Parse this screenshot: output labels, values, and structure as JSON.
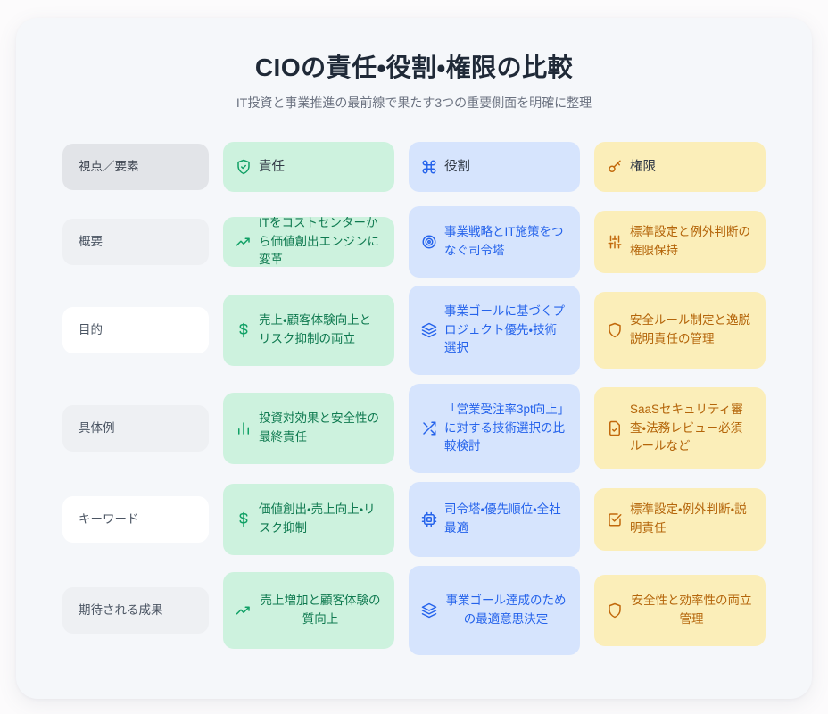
{
  "header": {
    "title": "CIOの責任・役割・権限の比較",
    "subtitle": "IT投資と事業推進の最前線で果たす3つの重要側面を明確に整理"
  },
  "colors": {
    "page_bg": "#fcfbfc",
    "card_bg": "#f5f7fa",
    "green_bg": "#cdf2de",
    "green_fg": "#0f7a50",
    "blue_bg": "#d6e4fd",
    "blue_fg": "#2563eb",
    "amber_bg": "#fbeeb9",
    "amber_fg": "#b4650a",
    "label_bg": "#eef0f3",
    "label_head_bg": "#e2e4e8",
    "title_fg": "#1f2937",
    "subtitle_fg": "#6b7280"
  },
  "columns": [
    {
      "key": "label",
      "label": "視点／要素",
      "icon": ""
    },
    {
      "key": "responsibility",
      "label": "責任",
      "icon": "shield-check-icon",
      "theme": "green"
    },
    {
      "key": "role",
      "label": "役割",
      "icon": "command-icon",
      "theme": "blue"
    },
    {
      "key": "authority",
      "label": "権限",
      "icon": "key-icon",
      "theme": "amber"
    }
  ],
  "rows": [
    {
      "label": "概要",
      "green": {
        "icon": "trending-up-icon",
        "text": "ITをコストセンターから価値創出エンジンに変革"
      },
      "blue": {
        "icon": "target-icon",
        "text": "事業戦略とIT施策をつなぐ司令塔"
      },
      "amber": {
        "icon": "sliders-icon",
        "text": "標準設定と例外判断の権限保持"
      }
    },
    {
      "label": "目的",
      "green": {
        "icon": "dollar-icon",
        "text": "売上・顧客体験向上とリスク抑制の両立"
      },
      "blue": {
        "icon": "layers-icon",
        "text": "事業ゴールに基づくプロジェクト優先・技術選択"
      },
      "amber": {
        "icon": "shield-icon",
        "text": "安全ルール制定と逸脱説明責任の管理"
      }
    },
    {
      "label": "具体例",
      "green": {
        "icon": "bar-chart-icon",
        "text": "投資対効果と安全性の最終責任"
      },
      "blue": {
        "icon": "shuffle-icon",
        "text": "「営業受注率3pt向上」に対する技術選択の比較検討"
      },
      "amber": {
        "icon": "file-check-icon",
        "text": "SaaSセキュリティ審査・法務レビュー必須ルールなど"
      }
    },
    {
      "label": "キーワード",
      "green": {
        "icon": "dollar-icon",
        "text": "価値創出・売上向上・リスク抑制"
      },
      "blue": {
        "icon": "cpu-icon",
        "text": "司令塔・優先順位・全社最適"
      },
      "amber": {
        "icon": "check-square-icon",
        "text": "標準設定・例外判断・説明責任"
      }
    },
    {
      "label": "期待される成果",
      "green": {
        "icon": "trending-up-icon",
        "text": "売上増加と顧客体験の質向上"
      },
      "blue": {
        "icon": "layers-icon",
        "text": "事業ゴール達成のための最適意思決定"
      },
      "amber": {
        "icon": "shield-icon",
        "text": "安全性と効率性の両立管理"
      }
    }
  ]
}
